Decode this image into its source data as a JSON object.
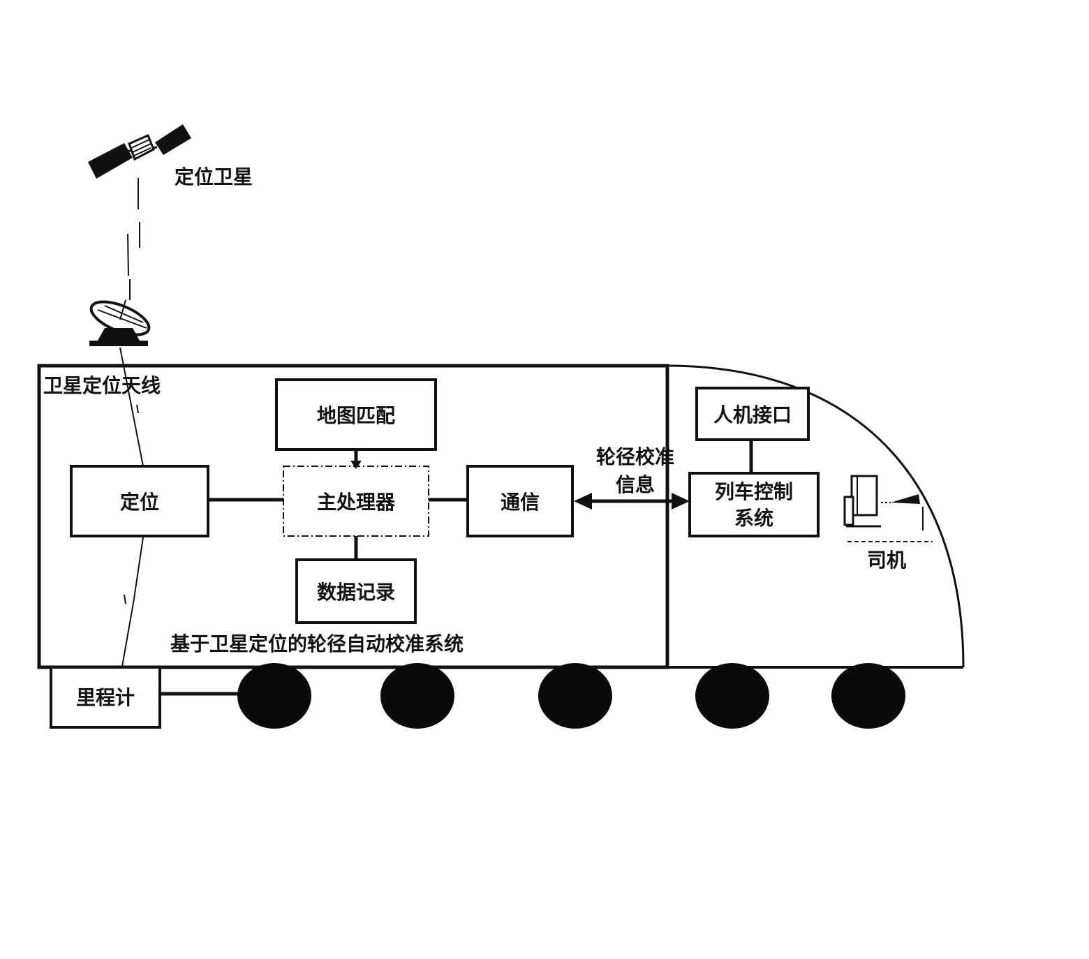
{
  "labels": {
    "satellite": "定位卫星",
    "antenna": "卫星定位天线",
    "system_caption": "基于卫星定位的轮径自动校准系统",
    "link_line1": "轮径校准",
    "link_line2": "信息",
    "driver": "司机"
  },
  "blocks": {
    "map_matching": "地图匹配",
    "positioning": "定位",
    "main_processor": "主处理器",
    "communication": "通信",
    "data_logging": "数据记录",
    "odometer": "里程计",
    "hmi": "人机接口",
    "train_control_line1": "列车控制",
    "train_control_line2": "系统"
  }
}
